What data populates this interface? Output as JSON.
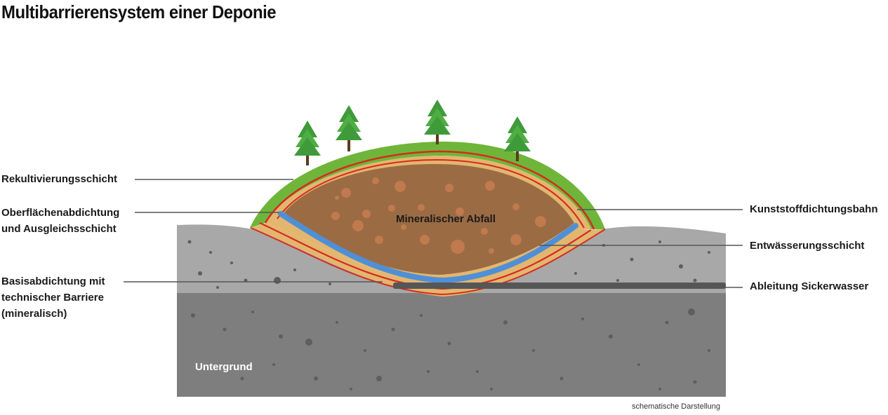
{
  "title": "Multibarrierensystem einer Deponie",
  "labels": {
    "rekultivierung": "Rekultivierungsschicht",
    "oberflaeche_line1": "Oberflächenabdichtung",
    "oberflaeche_line2": "und Ausgleichsschicht",
    "basis_line1": "Basisabdichtung mit",
    "basis_line2": "technischer Barriere",
    "basis_line3": "(mineralisch)",
    "kunststoff": "Kunststoffdichtungsbahn",
    "entwaesserung": "Entwässerungsschicht",
    "ableitung": "Ableitung Sickerwasser",
    "abfall": "Mineralischer Abfall",
    "untergrund": "Untergrund"
  },
  "caption": "schematische Darstellung",
  "colors": {
    "grass": "#6fb53a",
    "sand": "#e2b56f",
    "waste": "#9a6a43",
    "seal": "#d62b20",
    "drainage": "#4f8fd6",
    "soil_upper": "#a7a7a7",
    "soil_lower": "#7d7d7d",
    "pipe": "#555555"
  }
}
